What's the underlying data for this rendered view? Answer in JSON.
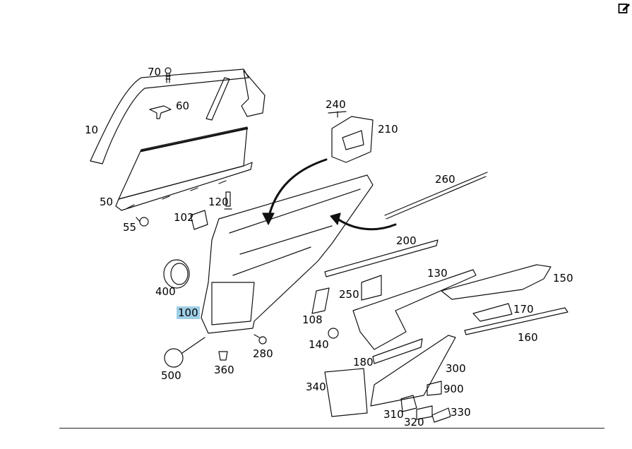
{
  "toolbar": {
    "edit_icon": "edit-icon"
  },
  "diagram": {
    "callouts": [
      {
        "id": "70",
        "text": "70"
      },
      {
        "id": "60",
        "text": "60"
      },
      {
        "id": "10",
        "text": "10"
      },
      {
        "id": "50",
        "text": "50"
      },
      {
        "id": "55",
        "text": "55"
      },
      {
        "id": "120",
        "text": "120"
      },
      {
        "id": "102",
        "text": "102"
      },
      {
        "id": "240",
        "text": "240"
      },
      {
        "id": "210",
        "text": "210"
      },
      {
        "id": "260",
        "text": "260"
      },
      {
        "id": "200",
        "text": "200"
      },
      {
        "id": "130",
        "text": "130"
      },
      {
        "id": "150",
        "text": "150"
      },
      {
        "id": "250",
        "text": "250"
      },
      {
        "id": "170",
        "text": "170"
      },
      {
        "id": "400",
        "text": "400"
      },
      {
        "id": "100",
        "text": "100",
        "selected": true
      },
      {
        "id": "108",
        "text": "108"
      },
      {
        "id": "140",
        "text": "140"
      },
      {
        "id": "160",
        "text": "160"
      },
      {
        "id": "280",
        "text": "280"
      },
      {
        "id": "500",
        "text": "500"
      },
      {
        "id": "360",
        "text": "360"
      },
      {
        "id": "180",
        "text": "180"
      },
      {
        "id": "300",
        "text": "300"
      },
      {
        "id": "340",
        "text": "340"
      },
      {
        "id": "900",
        "text": "900"
      },
      {
        "id": "310",
        "text": "310"
      },
      {
        "id": "330",
        "text": "330"
      },
      {
        "id": "320",
        "text": "320"
      }
    ],
    "highlight_color": "#9fcfe6"
  }
}
